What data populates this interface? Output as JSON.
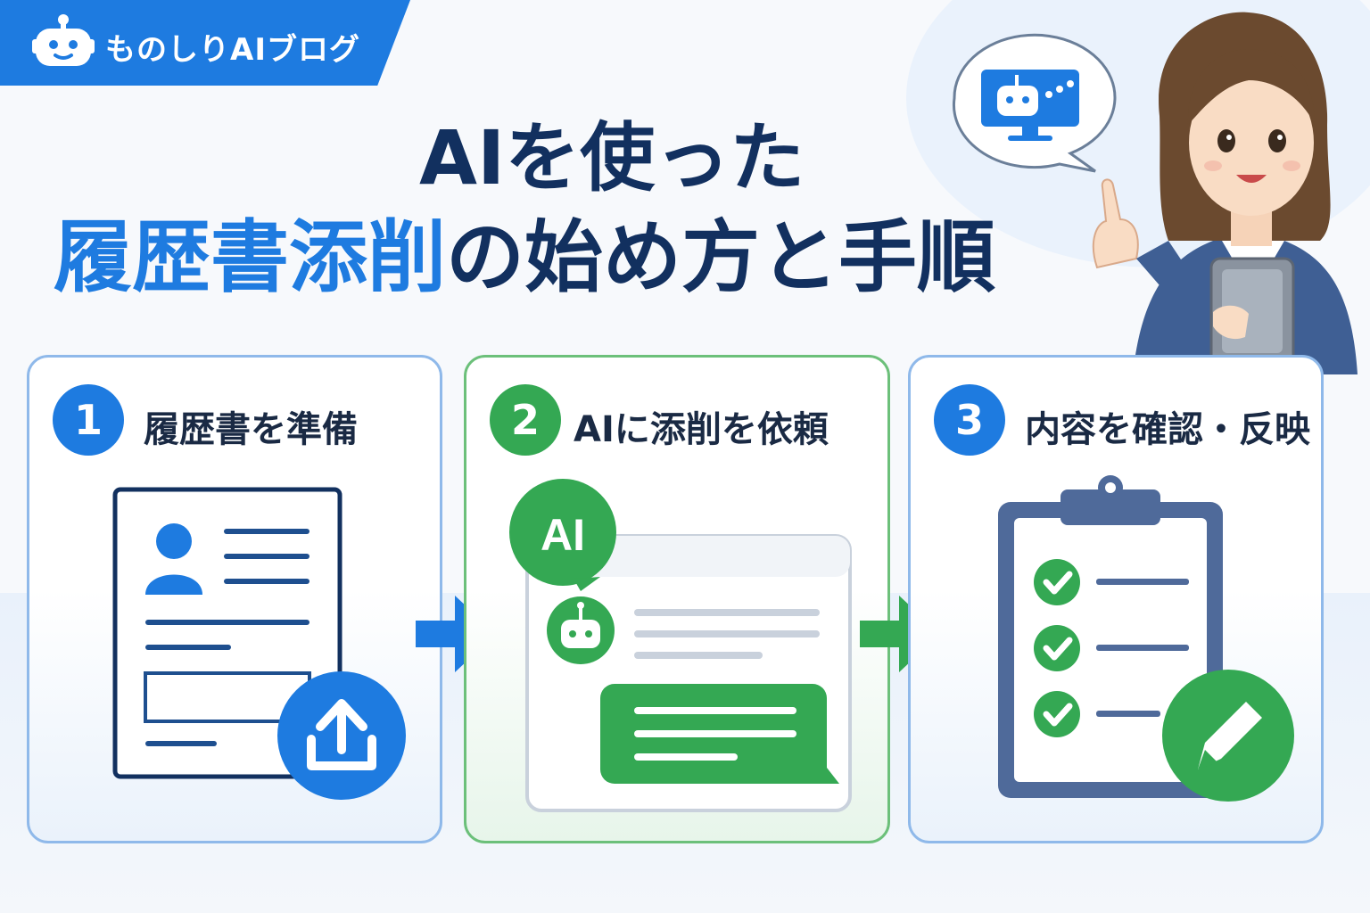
{
  "brand": {
    "name": "ものしりAIブログ",
    "icon": "robot-icon",
    "color": "#1e7be0"
  },
  "title": {
    "line1": "AIを使った",
    "line2_highlight": "履歴書添削",
    "line2_rest": "の始め方と手順"
  },
  "colors": {
    "accent_blue": "#1e7be0",
    "accent_green": "#34a853",
    "navy": "#12305f"
  },
  "steps": [
    {
      "number": "1",
      "label": "履歴書を準備",
      "color": "#1e7be0",
      "icon": "upload-icon"
    },
    {
      "number": "2",
      "label": "AIに添削を依頼",
      "color": "#34a853",
      "badge": "AI",
      "icon": "robot-chat-icon"
    },
    {
      "number": "3",
      "label": "内容を確認・反映",
      "color": "#1e7be0",
      "icon": "pencil-icon"
    }
  ]
}
